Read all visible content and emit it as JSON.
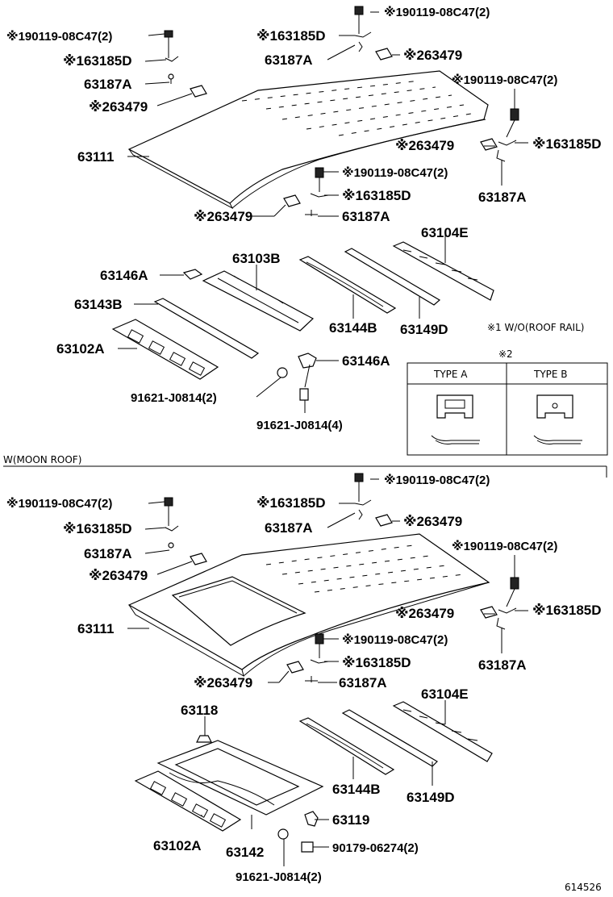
{
  "labels": {
    "t_f_tl": "※190119-08C47(2)",
    "t_r_tl": "※163185D",
    "t_c_tl": "63187A",
    "t_n_tl": "※263479",
    "t_f_tc": "※190119-08C47(2)",
    "t_r_tc": "※163185D",
    "t_c_tc": "63187A",
    "t_n_tc": "※263479",
    "t_f_tr": "※190119-08C47(2)",
    "t_n_tr": "※263479",
    "t_r_tr": "※163185D",
    "t_c_tr": "63187A",
    "t_roof": "63111",
    "t_f_mid": "※190119-08C47(2)",
    "t_r_mid": "※163185D",
    "t_n_mid": "※263479",
    "t_c_mid": "63187A",
    "t_104e": "63104E",
    "t_103b": "63103B",
    "t_146a_l": "63146A",
    "t_143b": "63143B",
    "t_144b": "63144B",
    "t_149d": "63149D",
    "t_102a": "63102A",
    "t_146a_r": "63146A",
    "t_clip2": "91621-J0814(2)",
    "t_clip4": "91621-J0814(4)",
    "b_f_tl": "※190119-08C47(2)",
    "b_r_tl": "※163185D",
    "b_c_tl": "63187A",
    "b_n_tl": "※263479",
    "b_f_tc": "※190119-08C47(2)",
    "b_r_tc": "※163185D",
    "b_c_tc": "63187A",
    "b_n_tc": "※263479",
    "b_f_tr": "※190119-08C47(2)",
    "b_n_tr": "※263479",
    "b_r_tr": "※163185D",
    "b_c_tr": "63187A",
    "b_roof": "63111",
    "b_f_mid": "※190119-08C47(2)",
    "b_r_mid": "※163185D",
    "b_n_mid": "※263479",
    "b_c_mid": "63187A",
    "b_104e": "63104E",
    "b_118": "63118",
    "b_144b": "63144B",
    "b_149d": "63149D",
    "b_119": "63119",
    "b_102a": "63102A",
    "b_142": "63142",
    "b_90179": "90179-06274(2)",
    "b_clip2": "91621-J0814(2)"
  },
  "notes": {
    "footnote1": "※1 W/O(ROOF RAIL)",
    "footnote2_mark": "※2",
    "type_a": "TYPE  A",
    "type_b": "TYPE  B",
    "moon_roof": "W(MOON ROOF)",
    "fig_number": "614526"
  }
}
